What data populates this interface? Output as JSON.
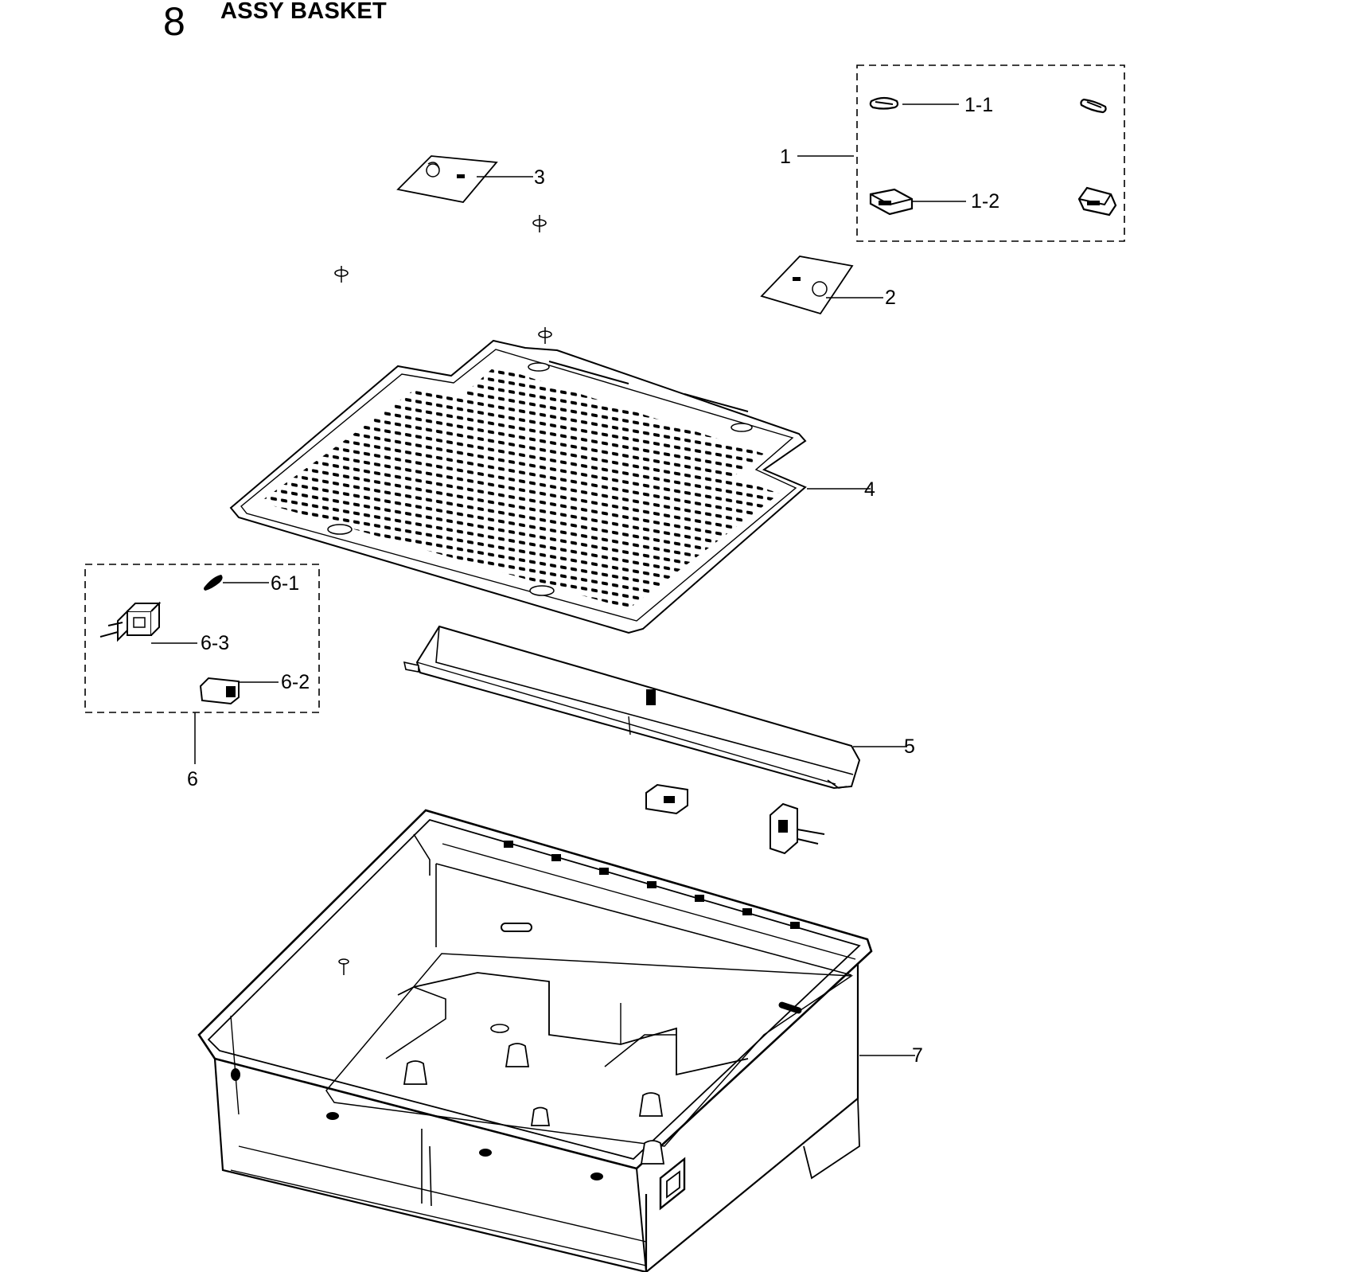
{
  "header": {
    "section_number": "8",
    "title": "ASSY BASKET"
  },
  "labels": {
    "l1": "1",
    "l1_1": "1-1",
    "l1_2": "1-2",
    "l2": "2",
    "l3": "3",
    "l4": "4",
    "l5": "5",
    "l6": "6",
    "l6_1": "6-1",
    "l6_2": "6-2",
    "l6_3": "6-3",
    "l7": "7"
  },
  "colors": {
    "line": "#000000",
    "background": "#ffffff"
  }
}
